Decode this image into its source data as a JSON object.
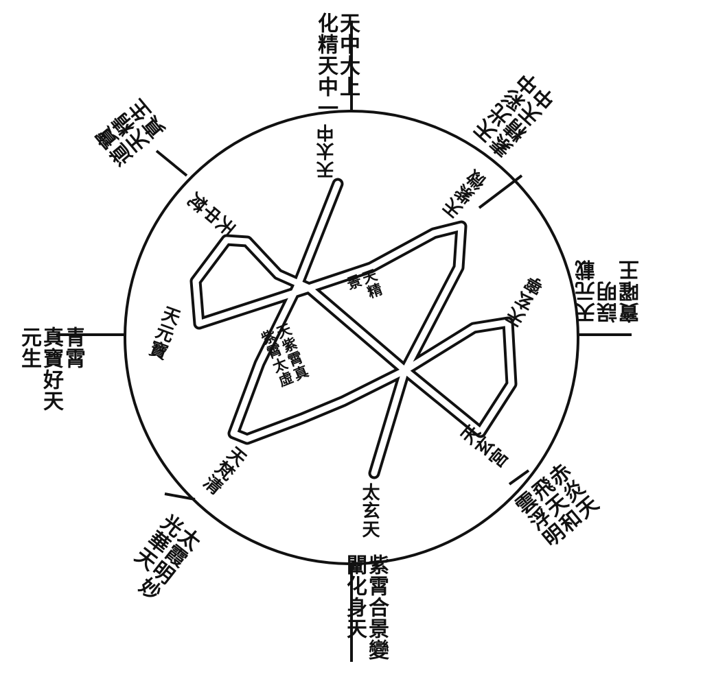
{
  "outer_labels": {
    "north": "天中大上\n化精天中一",
    "north_east": "天光彩中\n素精天中",
    "east": "天元載\n誤明\n寶曜王",
    "south_east": "赤炎天\n飛天和\n雲浮明",
    "south": "紫霄合景變\n闡化身天",
    "south_west": "太霞明妙\n光華天",
    "west": "青霄\n真寶好天\n元生",
    "north_west": "寶精生\n道天真"
  },
  "inner_labels": {
    "north": "天太中",
    "north_east": "天紫微",
    "east": "天玄寧",
    "south_east": "天玄宮",
    "south": "太玄天",
    "south_west": "天梵清",
    "west": "天元寶",
    "north_west": "天中梵"
  },
  "center_labels": {
    "upper": "天精\n景",
    "lower": "天紫霄真\n紫霄太虛"
  }
}
